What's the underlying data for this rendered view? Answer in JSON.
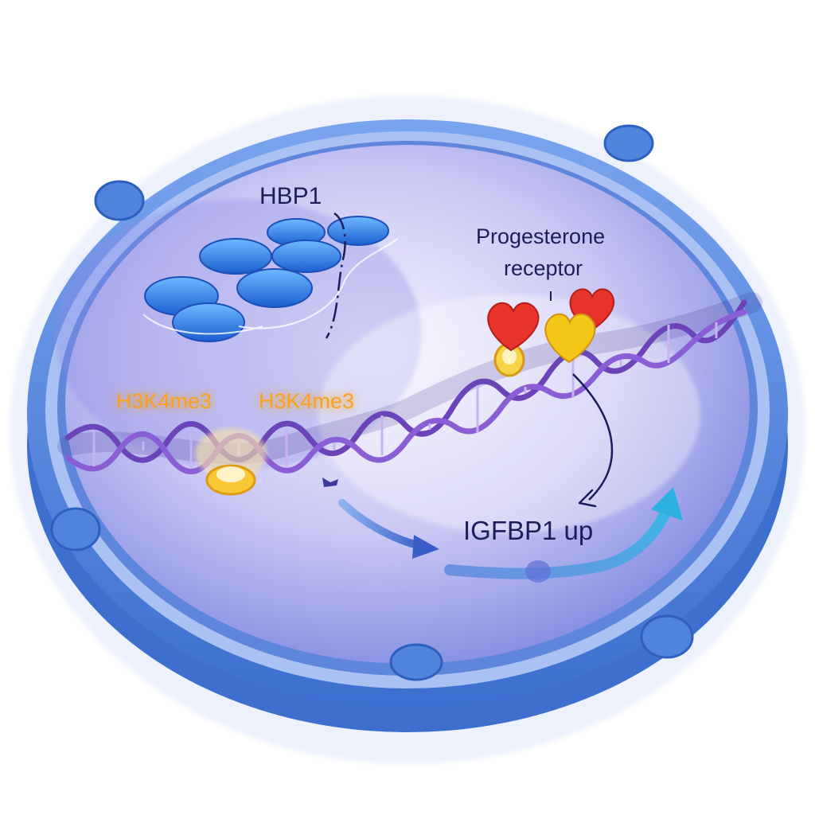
{
  "labels": {
    "hbp1": "HBP1",
    "progesterone_receptor_line1": "Progesterone",
    "progesterone_receptor_line2": "receptor",
    "h3k4me3_left": "H3K4me3",
    "h3k4me3_right": "H3K4me3",
    "igfbp1": "IGFBP1 up"
  },
  "colors": {
    "membrane": "#4a7fd6",
    "nucleoplasm": "#b7b9f0",
    "dna": "#6a44b8",
    "hbp1_protein": "#2a7ae0",
    "h3k4me3_mark": "#f6a21c",
    "receptor_red": "#e8332b",
    "receptor_yellow": "#f5c518",
    "transcript": "#4a8fe0"
  },
  "icons": {
    "receptor": "heart-icon",
    "histone_mark": "ring-icon"
  }
}
